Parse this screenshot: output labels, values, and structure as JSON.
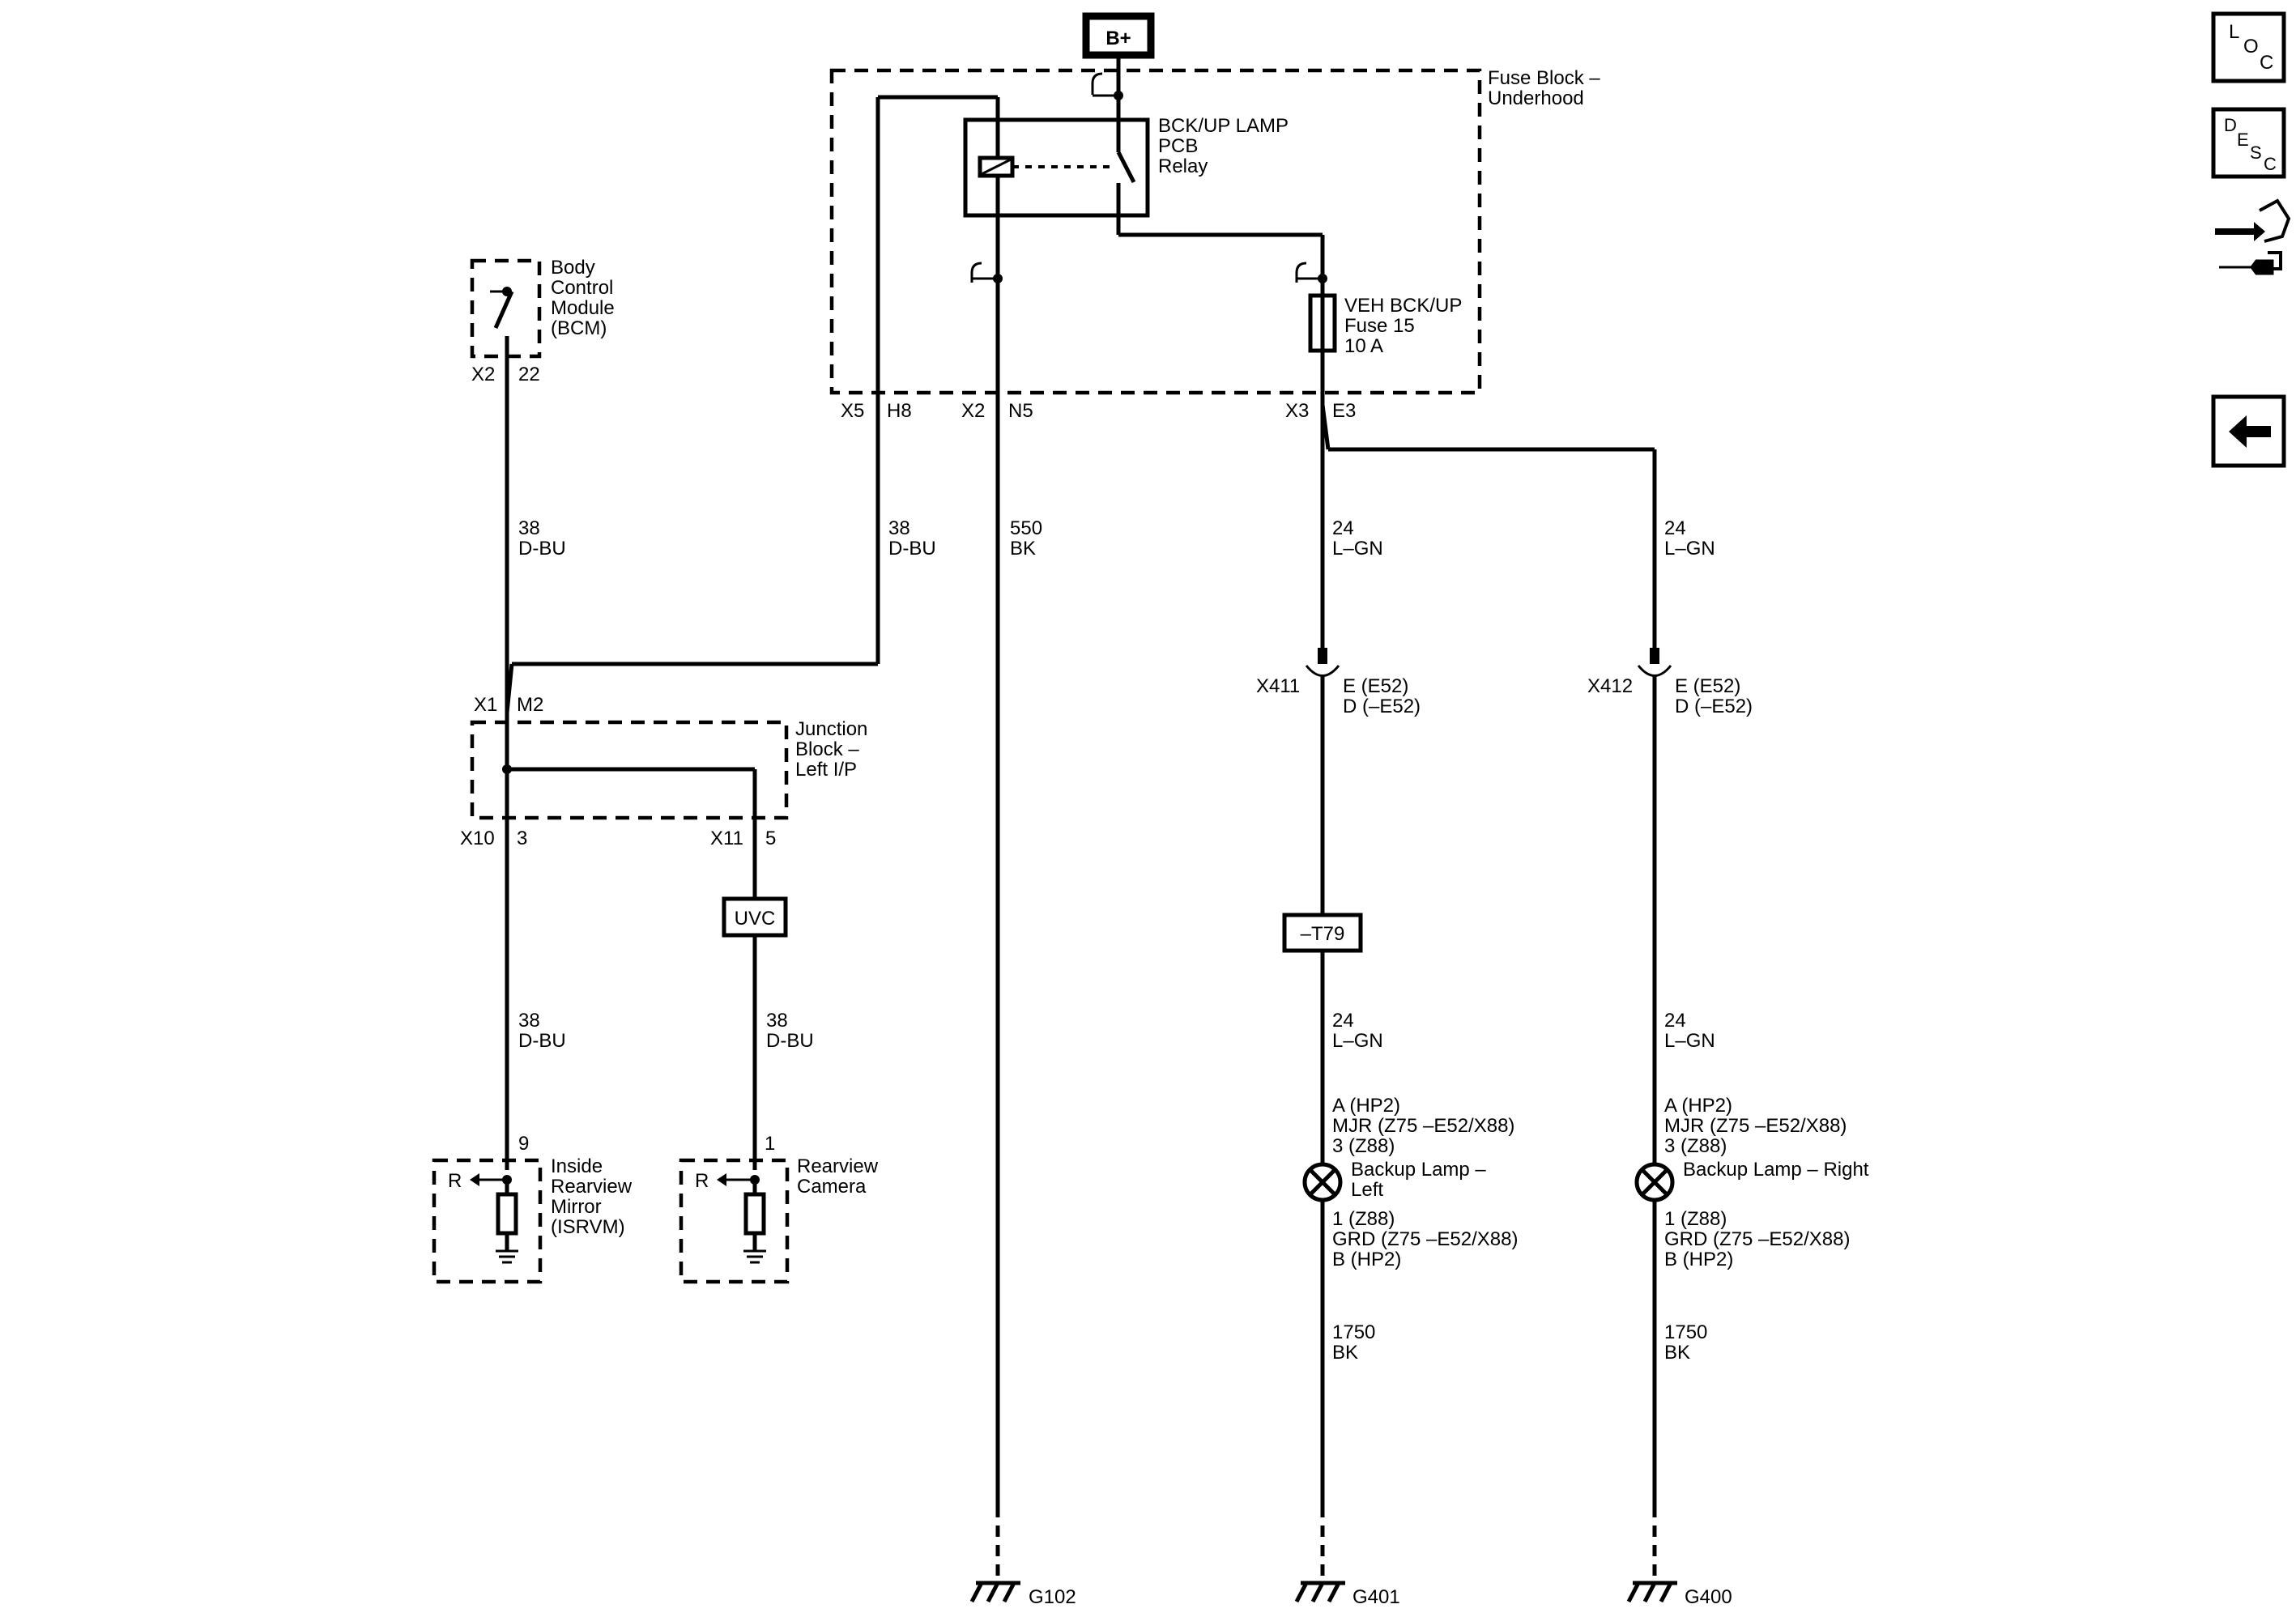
{
  "supply": {
    "label": "B+"
  },
  "fuse_block": {
    "name_line1": "Fuse Block –",
    "name_line2": "Underhood"
  },
  "relay": {
    "line1": "BCK/UP LAMP",
    "line2": "PCB",
    "line3": "Relay"
  },
  "fuse": {
    "line1": "VEH BCK/UP",
    "line2": "Fuse 15",
    "line3": "10 A"
  },
  "bcm": {
    "line1": "Body",
    "line2": "Control",
    "line3": "Module",
    "line4": "(BCM)",
    "connector": "X2",
    "pin": "22"
  },
  "fuse_block_pins": {
    "x5": "X5",
    "h8": "H8",
    "x2": "X2",
    "n5": "N5",
    "x3": "X3",
    "e3": "E3"
  },
  "wires": {
    "bcm_wire": {
      "gauge": "38",
      "color": "D-BU"
    },
    "h8_wire": {
      "gauge": "38",
      "color": "D-BU"
    },
    "ground_wire": {
      "gauge": "550",
      "color": "BK"
    },
    "left_feed": {
      "gauge": "24",
      "color": "L–GN"
    },
    "right_feed": {
      "gauge": "24",
      "color": "L–GN"
    },
    "mirror_wire": {
      "gauge": "38",
      "color": "D-BU"
    },
    "camera_wire": {
      "gauge": "38",
      "color": "D-BU"
    },
    "left_lamp_wire": {
      "gauge": "24",
      "color": "L–GN"
    },
    "right_lamp_wire": {
      "gauge": "24",
      "color": "L–GN"
    },
    "left_ground": {
      "gauge": "1750",
      "color": "BK"
    },
    "right_ground": {
      "gauge": "1750",
      "color": "BK"
    }
  },
  "junction_block": {
    "line1": "Junction",
    "line2": "Block –",
    "line3": "Left I/P",
    "in_conn": "X1",
    "in_pin": "M2",
    "out1_conn": "X10",
    "out1_pin": "3",
    "out2_conn": "X11",
    "out2_pin": "5"
  },
  "inline_connectors": {
    "x411": {
      "name": "X411",
      "line1": "E (E52)",
      "line2": "D (–E52)"
    },
    "x412": {
      "name": "X412",
      "line1": "E (E52)",
      "line2": "D (–E52)"
    }
  },
  "uvc": {
    "label": "UVC"
  },
  "option_box": {
    "label": "–T79"
  },
  "mirror": {
    "pin": "9",
    "r_label": "R",
    "line1": "Inside",
    "line2": "Rearview",
    "line3": "Mirror",
    "line4": "(ISRVM)"
  },
  "camera": {
    "pin": "1",
    "r_label": "R",
    "line1": "Rearview",
    "line2": "Camera"
  },
  "left_lamp": {
    "pin_top1": "A (HP2)",
    "pin_top2": "MJR (Z75 –E52/X88)",
    "pin_top3": "3 (Z88)",
    "name1": "Backup Lamp –",
    "name2": "Left",
    "pin_bot1": "1 (Z88)",
    "pin_bot2": "GRD (Z75 –E52/X88)",
    "pin_bot3": "B (HP2)"
  },
  "right_lamp": {
    "pin_top1": "A (HP2)",
    "pin_top2": "MJR (Z75 –E52/X88)",
    "pin_top3": "3 (Z88)",
    "name1": "Backup Lamp – Right",
    "pin_bot1": "1 (Z88)",
    "pin_bot2": "GRD (Z75 –E52/X88)",
    "pin_bot3": "B (HP2)"
  },
  "grounds": {
    "g102": "G102",
    "g401": "G401",
    "g400": "G400"
  },
  "side_icons": [
    {
      "name": "location-icon",
      "letters": [
        "L",
        "O",
        "C"
      ]
    },
    {
      "name": "description-icon",
      "letters": [
        "D",
        "E",
        "S",
        "C"
      ]
    },
    {
      "name": "connector-repair-icon"
    },
    {
      "name": "back-arrow-icon"
    }
  ],
  "colors": {
    "ink": "#000000",
    "background": "#ffffff"
  }
}
